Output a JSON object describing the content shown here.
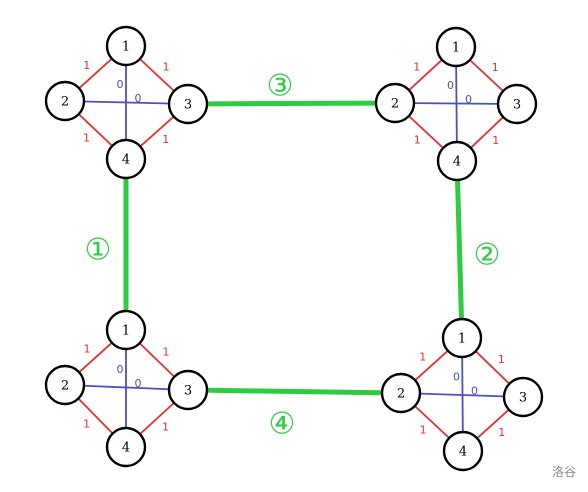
{
  "colors": {
    "red_edge": "#e53030",
    "blue_edge": "#4a50c8",
    "connector": "#2ecc40",
    "node_stroke": "#000000"
  },
  "node_labels": [
    "1",
    "2",
    "3",
    "4"
  ],
  "red_edge_label": "1",
  "blue_edge_label": "0",
  "connector_labels": [
    "①",
    "②",
    "③",
    "④"
  ],
  "watermark": "洛谷"
}
